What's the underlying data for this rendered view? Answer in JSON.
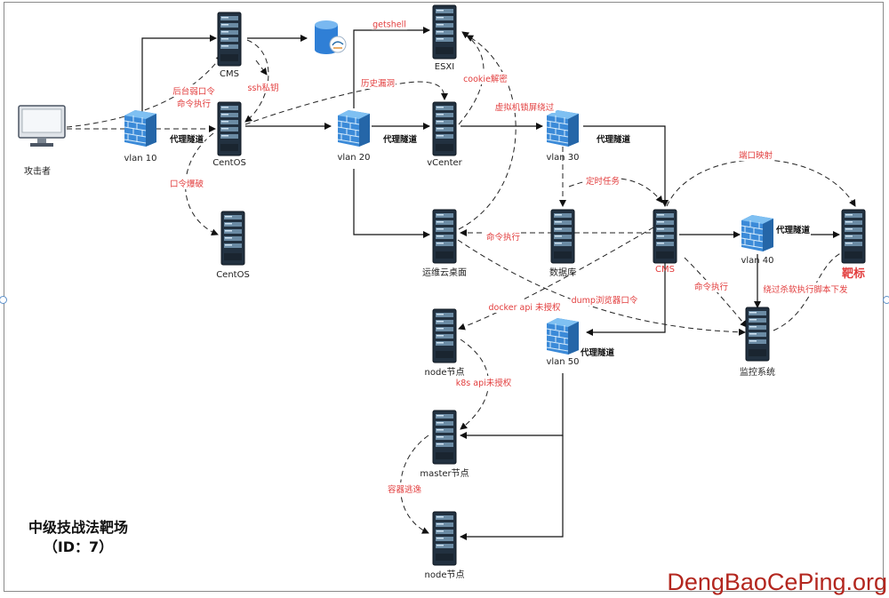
{
  "title": {
    "line1": "中级技战法靶场",
    "line2": "（ID：7）"
  },
  "watermark": "DengBaoCePing.org",
  "nodes": {
    "attacker": "攻击者",
    "vlan10": "vlan 10",
    "cms_top": "CMS",
    "centos1": "CentOS",
    "centos2": "CentOS",
    "vlan20": "vlan 20",
    "esxi": "ESXI",
    "vcenter": "vCenter",
    "vlan30": "vlan 30",
    "ops_desktop": "运维云桌面",
    "database": "数据库",
    "cms2": "CMS",
    "vlan40": "vlan 40",
    "target": "靶标",
    "monitor": "监控系统",
    "vlan50": "vlan 50",
    "node1": "node节点",
    "master": "master节点",
    "node2": "node节点"
  },
  "edge_labels": {
    "weak_pwd": "后台弱口令",
    "cmd_exec_cms": "命令执行",
    "ssh_key": "ssh私钥",
    "proxy_tunnel": "代理隧道",
    "pwd_brute": "口令爆破",
    "getshell": "getshell",
    "history_vuln": "历史漏洞",
    "cookie_decrypt": "cookie解密",
    "vm_lock_bypass": "虚拟机锁屏绕过",
    "cron_job": "定时任务",
    "port_mapping": "端口映射",
    "cmd_exec_desktop": "命令执行",
    "docker_api": "docker api 未授权",
    "dump_browser": "dump浏览器口令",
    "cmd_exec_monitor": "命令执行",
    "bypass_av": "绕过杀软执行脚本下发",
    "k8s_api": "k8s api未授权",
    "container_escape": "容器逃逸"
  }
}
